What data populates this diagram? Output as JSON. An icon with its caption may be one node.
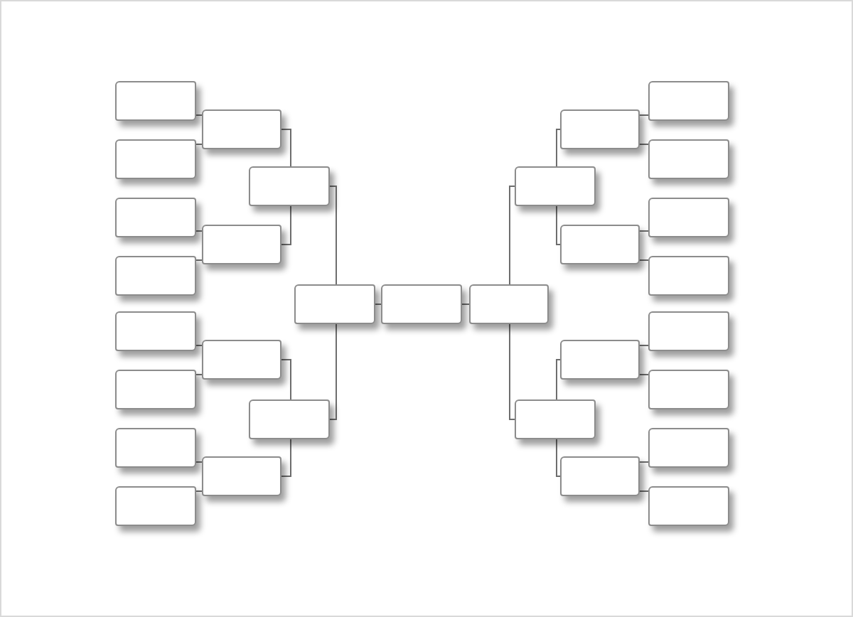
{
  "diagram": {
    "nodes": [
      {
        "text": [],
        "shape": "box"
      },
      {
        "text": [],
        "shape": "box"
      },
      {
        "text": [],
        "shape": "box"
      },
      {
        "text": [],
        "shape": "box"
      },
      {
        "text": [],
        "shape": "box"
      },
      {
        "text": [],
        "shape": "box"
      },
      {
        "text": [],
        "shape": "box"
      },
      {
        "text": [],
        "shape": "box"
      },
      {
        "text": [],
        "shape": "box"
      },
      {
        "text": [],
        "shape": "box"
      },
      {
        "text": [],
        "shape": "box"
      },
      {
        "text": [],
        "shape": "box"
      },
      {
        "text": [],
        "shape": "box"
      },
      {
        "text": [],
        "shape": "box"
      },
      {
        "text": [],
        "shape": "box"
      },
      {
        "text": [],
        "shape": "box"
      },
      {
        "text": [],
        "shape": "box"
      },
      {
        "text": [],
        "shape": "box"
      },
      {
        "text": [],
        "shape": "box"
      },
      {
        "text": [],
        "shape": "box"
      },
      {
        "text": [],
        "shape": "box"
      },
      {
        "text": [],
        "shape": "box"
      },
      {
        "text": [],
        "shape": "box"
      },
      {
        "text": [],
        "shape": "box"
      },
      {
        "text": [],
        "shape": "box"
      },
      {
        "text": [],
        "shape": "box"
      },
      {
        "text": [],
        "shape": "box"
      },
      {
        "text": [],
        "shape": "box"
      },
      {
        "text": [],
        "shape": "box"
      },
      {
        "text": [],
        "shape": "box"
      },
      {
        "text": [],
        "shape": "box"
      }
    ],
    "edges": [
      {
        "from": 0,
        "to": 8,
        "arrow": "none"
      },
      {
        "from": 1,
        "to": 8,
        "arrow": "none"
      },
      {
        "from": 2,
        "to": 9,
        "arrow": "none"
      },
      {
        "from": 3,
        "to": 9,
        "arrow": "none"
      },
      {
        "from": 4,
        "to": 10,
        "arrow": "none"
      },
      {
        "from": 5,
        "to": 10,
        "arrow": "none"
      },
      {
        "from": 6,
        "to": 11,
        "arrow": "none"
      },
      {
        "from": 7,
        "to": 11,
        "arrow": "none"
      },
      {
        "from": 8,
        "to": 12,
        "arrow": "none"
      },
      {
        "from": 9,
        "to": 12,
        "arrow": "none"
      },
      {
        "from": 10,
        "to": 13,
        "arrow": "none"
      },
      {
        "from": 11,
        "to": 13,
        "arrow": "none"
      },
      {
        "from": 12,
        "to": 14,
        "arrow": "none"
      },
      {
        "from": 13,
        "to": 14,
        "arrow": "none"
      },
      {
        "from": 14,
        "to": 15,
        "arrow": "none"
      },
      {
        "from": 16,
        "to": 15,
        "arrow": "none"
      },
      {
        "from": 17,
        "to": 16,
        "arrow": "none"
      },
      {
        "from": 18,
        "to": 16,
        "arrow": "none"
      },
      {
        "from": 19,
        "to": 17,
        "arrow": "none"
      },
      {
        "from": 20,
        "to": 17,
        "arrow": "none"
      },
      {
        "from": 21,
        "to": 18,
        "arrow": "none"
      },
      {
        "from": 22,
        "to": 18,
        "arrow": "none"
      },
      {
        "from": 23,
        "to": 19,
        "arrow": "none"
      },
      {
        "from": 24,
        "to": 19,
        "arrow": "none"
      },
      {
        "from": 25,
        "to": 20,
        "arrow": "none"
      },
      {
        "from": 26,
        "to": 20,
        "arrow": "none"
      },
      {
        "from": 27,
        "to": 21,
        "arrow": "none"
      },
      {
        "from": 28,
        "to": 21,
        "arrow": "none"
      },
      {
        "from": 29,
        "to": 22,
        "arrow": "none"
      },
      {
        "from": 30,
        "to": 22,
        "arrow": "none"
      }
    ]
  }
}
